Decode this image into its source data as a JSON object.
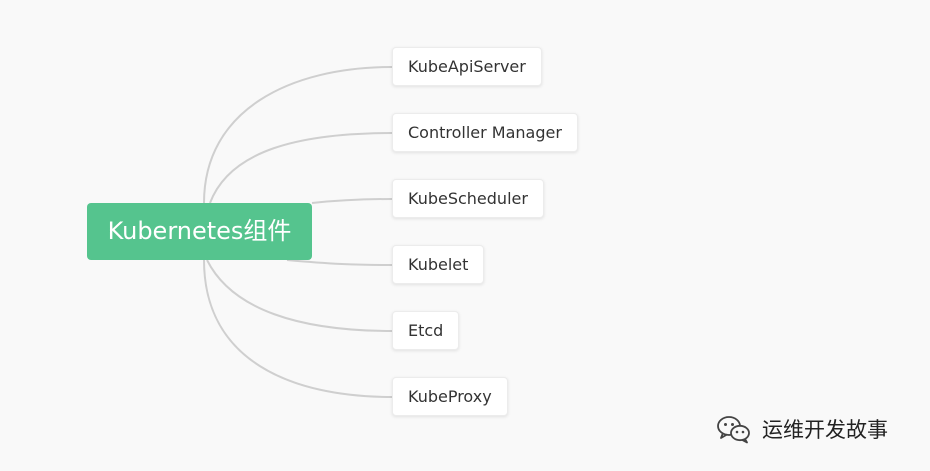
{
  "mindmap": {
    "root": {
      "label": "Kubernetes组件"
    },
    "children": [
      {
        "label": "KubeApiServer"
      },
      {
        "label": "Controller Manager"
      },
      {
        "label": "KubeScheduler"
      },
      {
        "label": "Kubelet"
      },
      {
        "label": "Etcd"
      },
      {
        "label": "KubeProxy"
      }
    ]
  },
  "watermark": {
    "icon": "wechat-icon",
    "text": "运维开发故事"
  },
  "colors": {
    "background": "#f9f9f9",
    "root_fill": "#55c48e",
    "connector": "#cfcfcf",
    "child_fill": "#ffffff",
    "child_text": "#333333"
  }
}
